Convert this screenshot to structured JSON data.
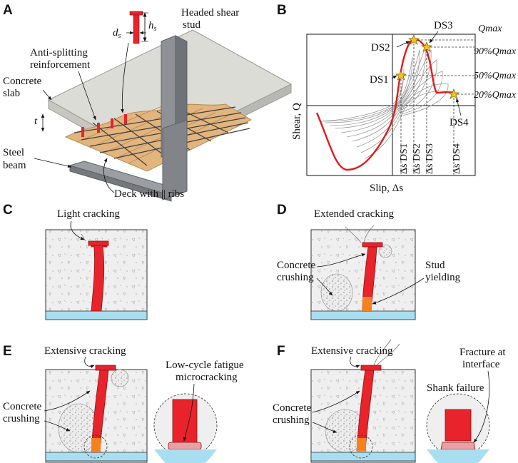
{
  "panels": {
    "a": {
      "letter": "A",
      "headed_stud_line1": "Headed shear",
      "headed_stud_line2": "stud",
      "ds": "d",
      "ds_sub": "s",
      "hs": "h",
      "hs_sub": "s",
      "anti_line1": "Anti-splitting",
      "anti_line2": "reinforcement",
      "slab_line1": "Concrete",
      "slab_line2": "slab",
      "t": "t",
      "beam_line1": "Steel",
      "beam_line2": "beam",
      "deck": "Deck with || ribs"
    },
    "b": {
      "letter": "B",
      "ylabel": "Shear, Q",
      "xlabel": "Slip, Δs",
      "ds_labels": [
        "DS1",
        "DS2",
        "DS3",
        "DS4"
      ],
      "right_labels": [
        "Qmax",
        "90%Qmax",
        "50%Qmax",
        "20%Qmax"
      ],
      "axis_ticks": [
        "Δs DS1",
        "Δs DS2",
        "Δs DS3",
        "Δs DS4"
      ]
    },
    "c": {
      "letter": "C",
      "crack": "Light cracking"
    },
    "d": {
      "letter": "D",
      "crack": "Extended cracking",
      "crush_line1": "Concrete",
      "crush_line2": "crushing",
      "yield_line1": "Stud",
      "yield_line2": "yielding"
    },
    "e": {
      "letter": "E",
      "crack": "Extensive cracking",
      "crush_line1": "Concrete",
      "crush_line2": "crushing",
      "fatigue_line1": "Low-cycle fatigue",
      "fatigue_line2": "microcracking"
    },
    "f": {
      "letter": "F",
      "crack": "Extensive cracking",
      "crush_line1": "Concrete",
      "crush_line2": "crushing",
      "shank": "Shank failure",
      "fracture_line1": "Fracture at",
      "fracture_line2": "interface"
    }
  },
  "colors": {
    "stud": "#e8232b",
    "stud_dark": "#8a1010",
    "yield": "#f5821f",
    "base": "#a8def0",
    "concrete": "#efefef",
    "deck": "#e2b57f",
    "steel": "#8a8d92",
    "curve": "#e11a1a",
    "star": "#f5c518"
  }
}
